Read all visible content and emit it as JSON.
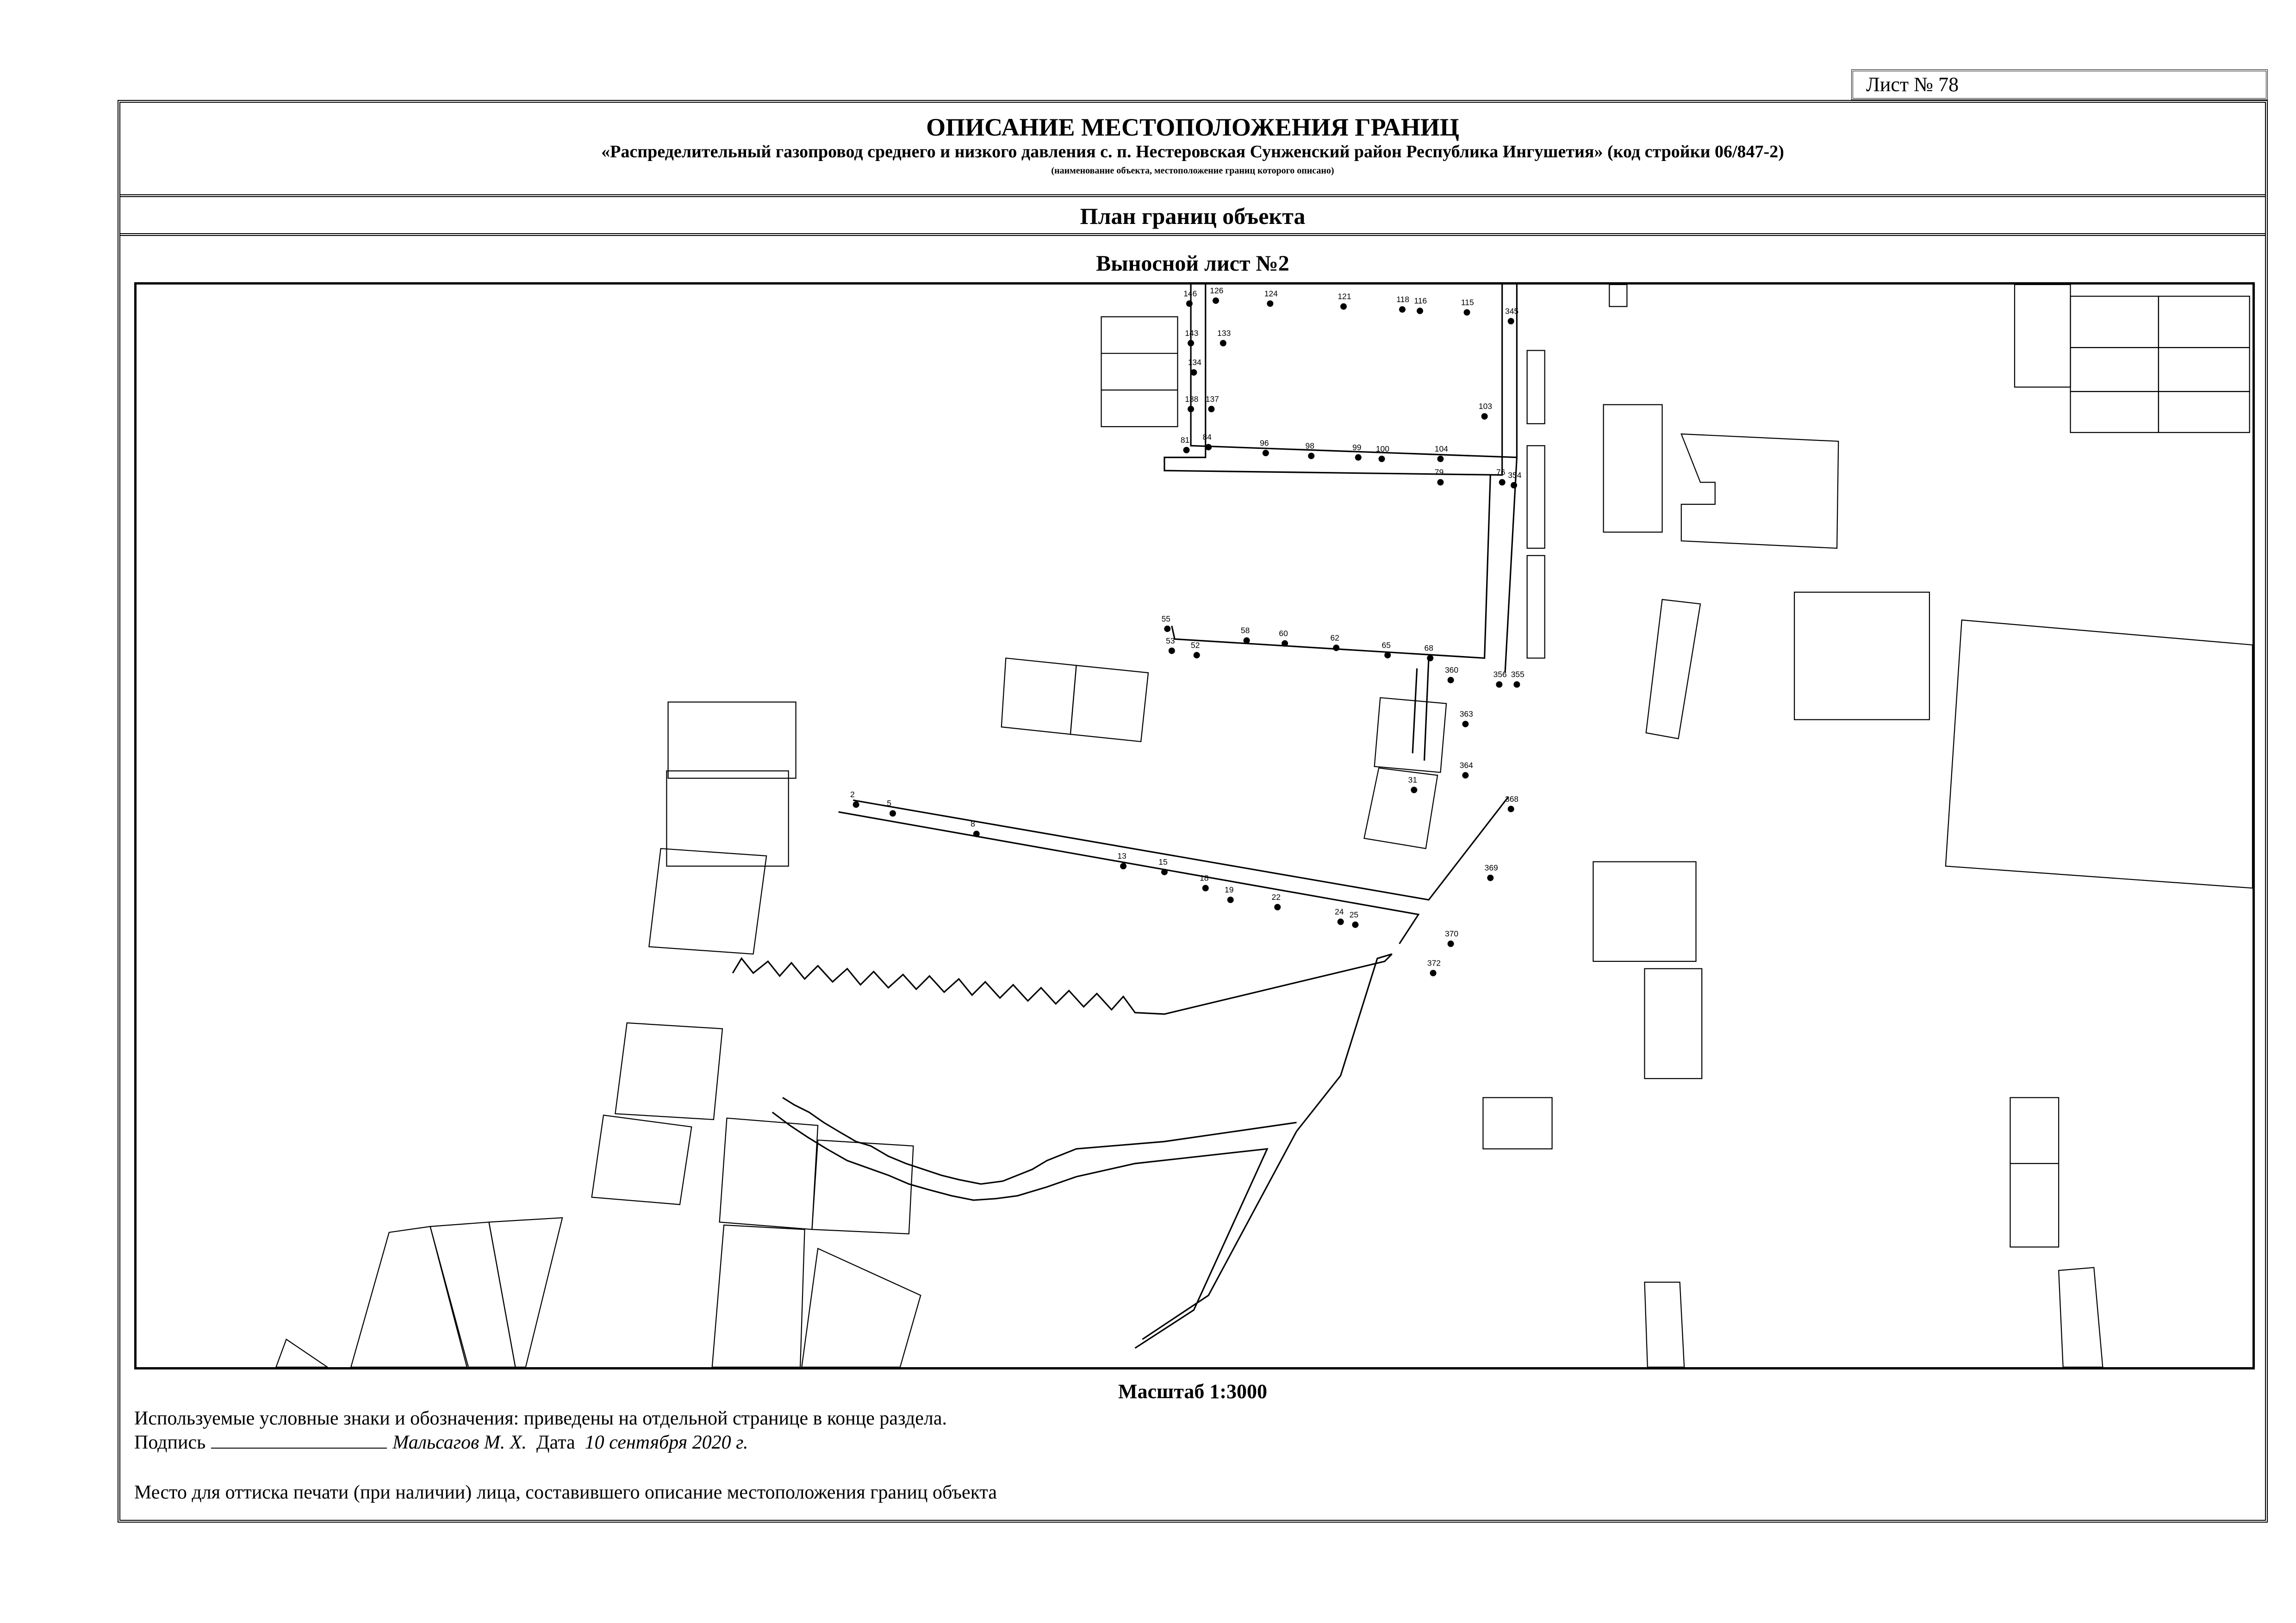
{
  "sheet_label": "Лист № 78",
  "header": {
    "title": "ОПИСАНИЕ МЕСТОПОЛОЖЕНИЯ ГРАНИЦ",
    "subtitle": "«Распределительный газопровод среднего и низкого давления с. п. Нестеровская Сунженский район Республика Ингушетия» (код стройки 06/847-2)",
    "subtitle_note": "(наименование объекта, местоположение границ которого описано)"
  },
  "plan_title": "План границ объекта",
  "sheet_subtitle": "Выносной лист №2",
  "map": {
    "point_labels": [
      {
        "t": "146"
      },
      {
        "t": "126"
      },
      {
        "t": "124"
      },
      {
        "t": "121"
      },
      {
        "t": "118"
      },
      {
        "t": "116"
      },
      {
        "t": "115"
      },
      {
        "t": "345"
      },
      {
        "t": "143"
      },
      {
        "t": "133"
      },
      {
        "t": "134"
      },
      {
        "t": "137"
      },
      {
        "t": "138"
      },
      {
        "t": "103"
      },
      {
        "t": "81"
      },
      {
        "t": "84"
      },
      {
        "t": "96"
      },
      {
        "t": "98"
      },
      {
        "t": "99"
      },
      {
        "t": "100"
      },
      {
        "t": "104"
      },
      {
        "t": "79"
      },
      {
        "t": "76"
      },
      {
        "t": "354"
      },
      {
        "t": "55"
      },
      {
        "t": "53"
      },
      {
        "t": "52"
      },
      {
        "t": "58"
      },
      {
        "t": "60"
      },
      {
        "t": "62"
      },
      {
        "t": "65"
      },
      {
        "t": "68"
      },
      {
        "t": "356"
      },
      {
        "t": "355"
      },
      {
        "t": "360"
      },
      {
        "t": "363"
      },
      {
        "t": "364"
      },
      {
        "t": "31"
      },
      {
        "t": "368"
      },
      {
        "t": "369"
      },
      {
        "t": "370"
      },
      {
        "t": "372"
      },
      {
        "t": "2"
      },
      {
        "t": "5"
      },
      {
        "t": "8"
      },
      {
        "t": "13"
      },
      {
        "t": "15"
      },
      {
        "t": "18"
      },
      {
        "t": "19"
      },
      {
        "t": "22"
      },
      {
        "t": "24"
      },
      {
        "t": "25"
      }
    ]
  },
  "footer": {
    "scale": "Масштаб 1:3000",
    "legend_note": "Используемые условные знаки и обозначения: приведены на отдельной странице в конце раздела.",
    "signature_label": "Подпись",
    "signer": "Мальсагов М. Х.",
    "date_label": "Дата",
    "date": "10 сентября 2020 г.",
    "stamp_note": "Место для оттиска печати (при наличии) лица, составившего описание местоположения границ объекта"
  }
}
